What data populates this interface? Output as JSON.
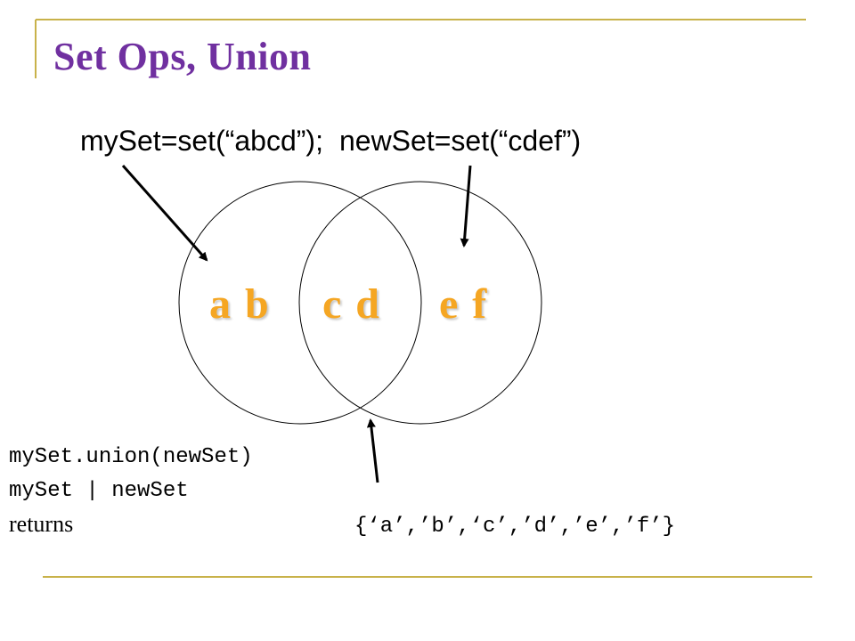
{
  "title": "Set Ops, Union",
  "definitions": {
    "myset": "mySet=set(“abcd”);",
    "newset": "newSet=set(“cdef”)"
  },
  "venn": {
    "left_only": "a b",
    "intersection": "c d",
    "right_only": "e f"
  },
  "code": {
    "method": "mySet.union(newSet)",
    "operator": "mySet | newSet",
    "returns_label": "returns",
    "result": "{‘a’,’b’,‘c’,’d’,’e’,’f’}"
  },
  "colors": {
    "title": "#7030a0",
    "elements": "#f5a623",
    "rule": "#c8b24a"
  }
}
